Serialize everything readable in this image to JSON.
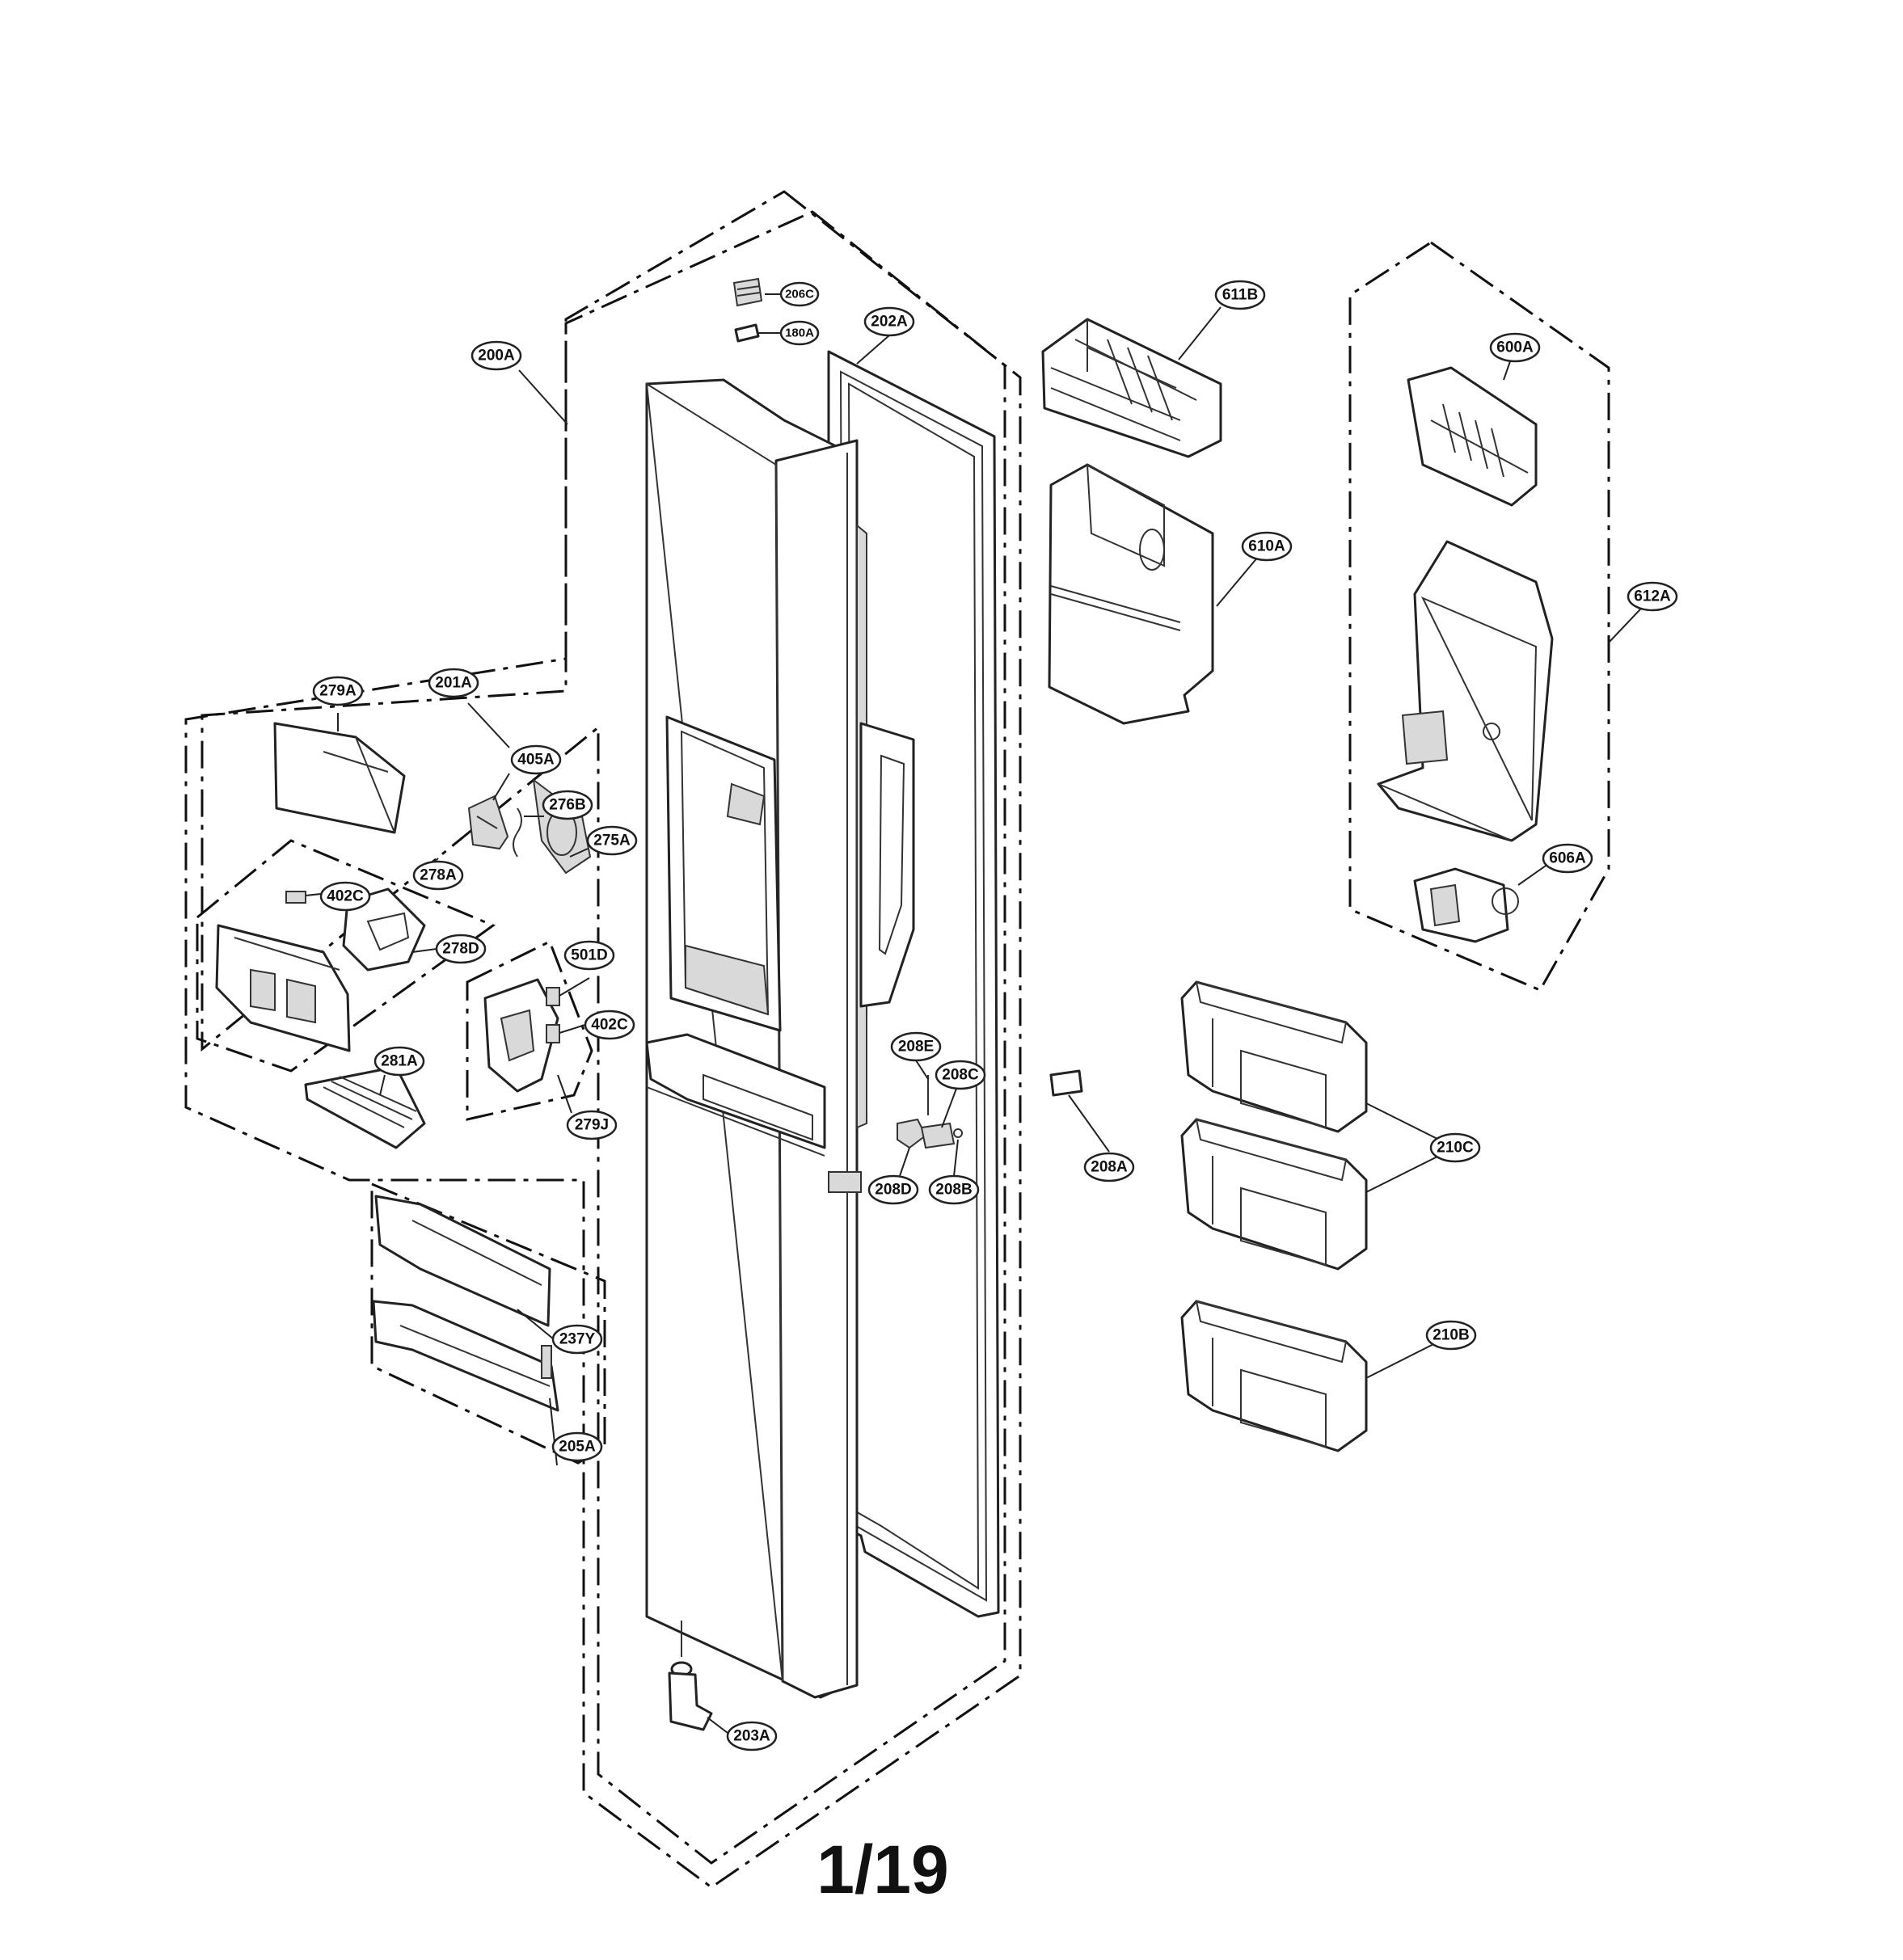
{
  "diagram": {
    "page_number": "1/19",
    "callouts": [
      {
        "id": "c-206c",
        "label": "206C"
      },
      {
        "id": "c-180a",
        "label": "180A"
      },
      {
        "id": "c-202a",
        "label": "202A"
      },
      {
        "id": "c-200a",
        "label": "200A"
      },
      {
        "id": "c-279a",
        "label": "279A"
      },
      {
        "id": "c-201a",
        "label": "201A"
      },
      {
        "id": "c-405a",
        "label": "405A"
      },
      {
        "id": "c-276b",
        "label": "276B"
      },
      {
        "id": "c-275a",
        "label": "275A"
      },
      {
        "id": "c-278a",
        "label": "278A"
      },
      {
        "id": "c-402c-1",
        "label": "402C"
      },
      {
        "id": "c-278d",
        "label": "278D"
      },
      {
        "id": "c-501d",
        "label": "501D"
      },
      {
        "id": "c-402c-2",
        "label": "402C"
      },
      {
        "id": "c-281a",
        "label": "281A"
      },
      {
        "id": "c-279j",
        "label": "279J"
      },
      {
        "id": "c-237y",
        "label": "237Y"
      },
      {
        "id": "c-205a",
        "label": "205A"
      },
      {
        "id": "c-203a",
        "label": "203A"
      },
      {
        "id": "c-208e",
        "label": "208E"
      },
      {
        "id": "c-208c",
        "label": "208C"
      },
      {
        "id": "c-208d",
        "label": "208D"
      },
      {
        "id": "c-208b",
        "label": "208B"
      },
      {
        "id": "c-208a",
        "label": "208A"
      },
      {
        "id": "c-611b",
        "label": "611B"
      },
      {
        "id": "c-610a",
        "label": "610A"
      },
      {
        "id": "c-600a",
        "label": "600A"
      },
      {
        "id": "c-612a",
        "label": "612A"
      },
      {
        "id": "c-606a",
        "label": "606A"
      },
      {
        "id": "c-210c",
        "label": "210C"
      },
      {
        "id": "c-210b",
        "label": "210B"
      }
    ]
  }
}
